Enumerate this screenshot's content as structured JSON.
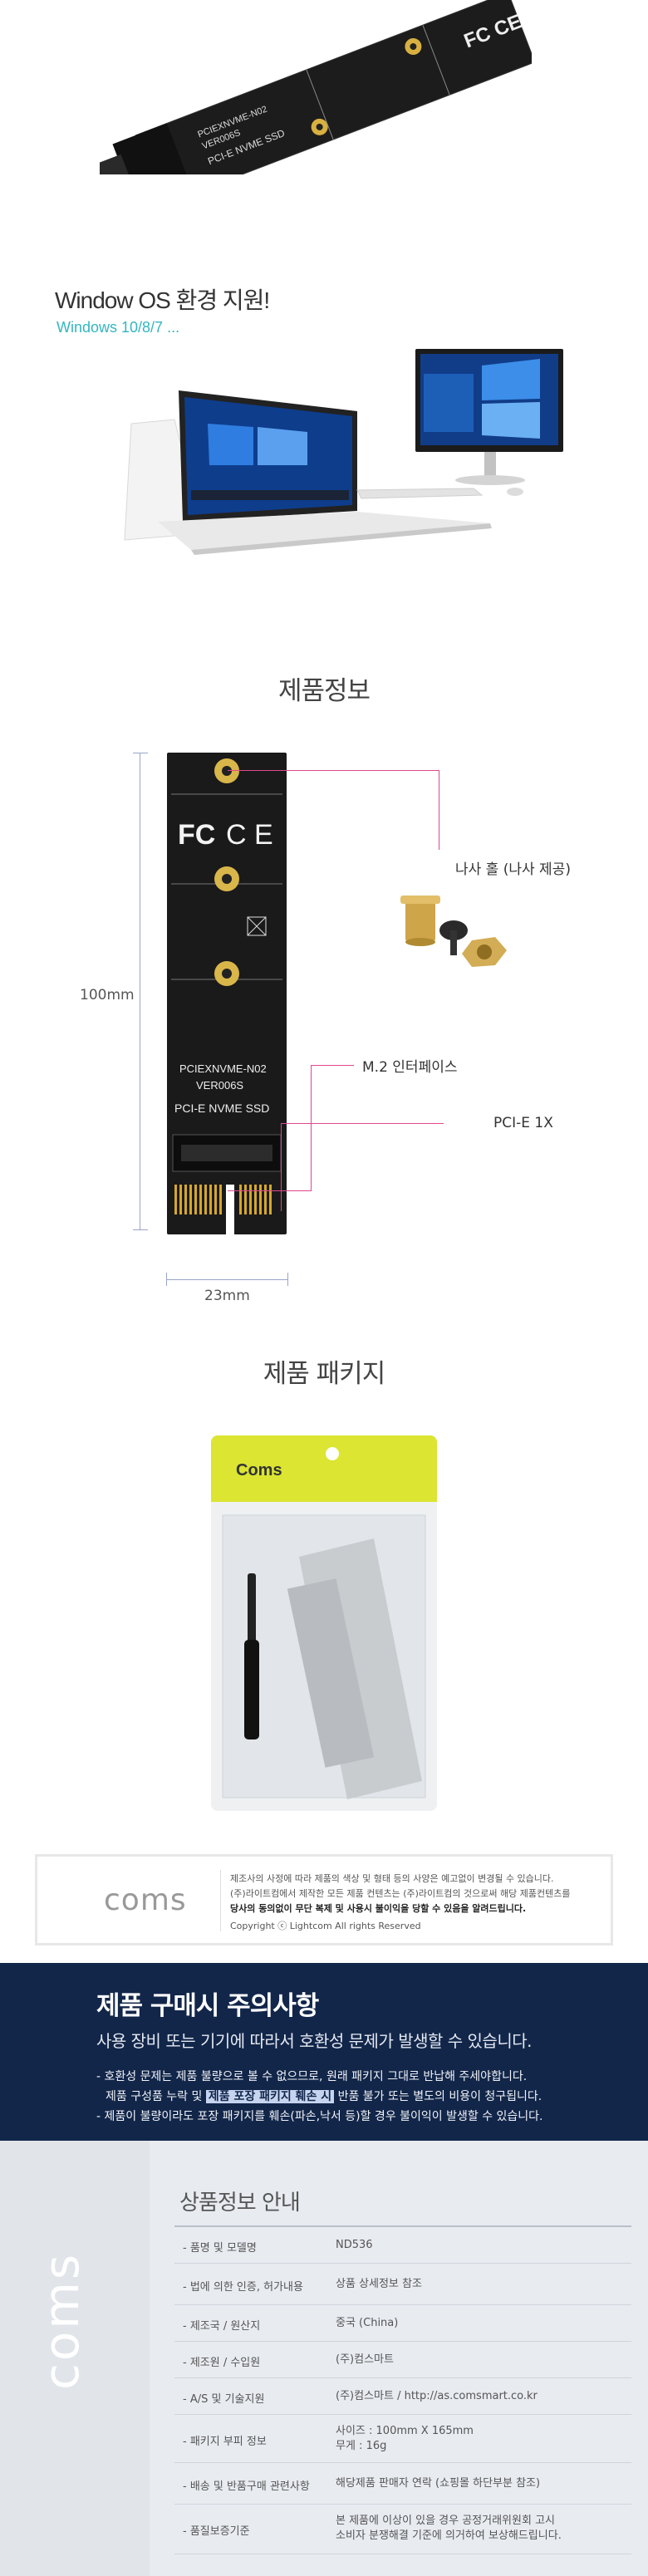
{
  "board_print": {
    "model": "PCIEXNVME-N02",
    "serial": "VER006S",
    "type": "PCI-E NVME SSD",
    "certs": "FC CE"
  },
  "windows": {
    "title": "Window OS 환경 지원!",
    "subtitle": "Windows 10/8/7 ..."
  },
  "spec": {
    "title": "제품정보",
    "screw_label": "나사 홀 (나사 제공)",
    "m2_label": "M.2 인터페이스",
    "pcie_label": "PCI-E 1X",
    "height": "100mm",
    "width": "23mm"
  },
  "package": {
    "title": "제품 패키지",
    "brand": "Coms"
  },
  "copyright": {
    "logo": "coms",
    "line1": "제조사의 사정에 따라 제품의 색상 및 형태 등의 사양은 예고없이 변경될 수 있습니다.",
    "line2": "(주)라이트컴에서 제작한 모든 제품 컨텐츠는 (주)라이트컴의 것으로써 해당 제품컨텐츠를",
    "line3": "당사의 동의없이 무단 복제 및 사용시 불이익을 당할 수 있음을 알려드립니다.",
    "line4": "Copyright ⓒ Lightcom All rights Reserved"
  },
  "caution": {
    "title": "제품 구매시 주의사항",
    "subtitle": "사용 장비 또는 기기에 따라서 호환성 문제가 발생할 수 있습니다.",
    "line1": "- 호환성 문제는 제품 불량으로 볼 수 없으므로, 원래 패키지 그대로 반납해 주세야합니다.",
    "line2_pre": "제품 구성품 누락 및",
    "line2_hl": "제품 포장 패키지 훼손 시",
    "line2_post": "반품 불가 또는 별도의 비용이 청구됩니다.",
    "line3": "- 제품이 불량이라도 포장 패키지를 훼손(파손,낙서 등)할 경우 불이익이 발생할 수 있습니다."
  },
  "info": {
    "side_logo": "coms",
    "title": "상품정보 안내",
    "rows": [
      {
        "key": "- 품명 및 모델명",
        "val": "ND536",
        "val2": ""
      },
      {
        "key": "- 법에 의한 인증, 허가내용",
        "val": "상품 상세정보 참조",
        "val2": ""
      },
      {
        "key": "- 제조국 / 원산지",
        "val": "중국 (China)",
        "val2": ""
      },
      {
        "key": "- 제조원 / 수입원",
        "val": "(주)컴스마트",
        "val2": ""
      },
      {
        "key": "- A/S 및 기술지원",
        "val": "(주)컴스마트 / http://as.comsmart.co.kr",
        "val2": ""
      },
      {
        "key": "- 패키지 부피 정보",
        "val": "사이즈 : 100mm X 165mm",
        "val2": "무게 : 16g"
      },
      {
        "key": "- 배송 및 반품구매 관련사항",
        "val": "해당제품 판매자 연락 (쇼핑몰 하단부분 참조)",
        "val2": ""
      },
      {
        "key": "- 품질보증기준",
        "val": "본 제품에 이상이 있을 경우 공정거래위원회 고시",
        "val2": "소비자 분쟁해결 기준에 의거하여 보상해드립니다."
      }
    ]
  }
}
